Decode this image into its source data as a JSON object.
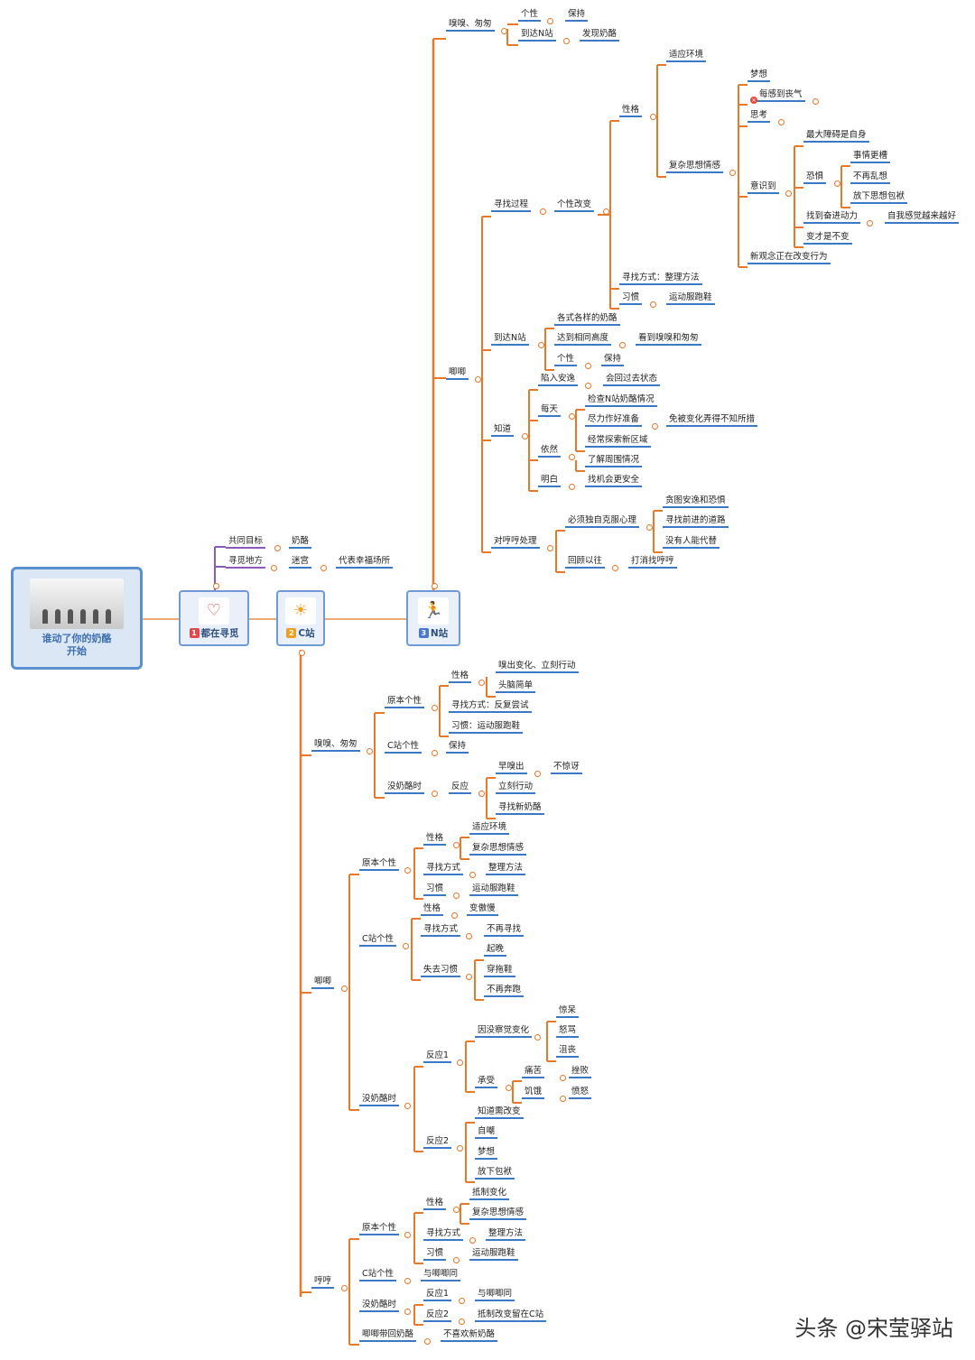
{
  "root": {
    "title_line1": "谁动了你的奶酪",
    "title_line2": "开始"
  },
  "branches": [
    {
      "num": "1",
      "label": "都在寻觅",
      "icon": "heart-icon",
      "num_color": "#e04a4a"
    },
    {
      "num": "2",
      "label": "C站",
      "icon": "weather-icon",
      "num_color": "#f0a020"
    },
    {
      "num": "3",
      "label": "N站",
      "icon": "runner-icon",
      "num_color": "#4a78d0"
    }
  ],
  "watermark": "头条 @宋莹驿站",
  "colors": {
    "orange": "#e8782a",
    "blue": "#3b78c5",
    "purple": "#8a5bb8",
    "gray": "#bbbbbb"
  },
  "t": {
    "b1_1": "共同目标",
    "b1_1a": "奶酪",
    "b1_2": "寻觅地方",
    "b1_2a": "迷宫",
    "b1_2b": "代表幸福场所",
    "n_1": "嗅嗅、匆匆",
    "n_1a": "个性",
    "n_1a1": "保持",
    "n_1b": "到达N站",
    "n_1b1": "发现奶酪",
    "n_2": "唧唧",
    "n_2a": "寻找过程",
    "n_2a1": "个性改变",
    "n_2a1a": "性格",
    "n_2a1a1": "适应环境",
    "n_2a1a2": "复杂思想情感",
    "n_m1": "梦想",
    "n_m2": "每感到丧气",
    "n_m3": "思考",
    "n_m4": "意识到",
    "n_m5": "新观念正在改变行为",
    "n_s1": "最大障碍是自身",
    "n_s2": "恐惧",
    "n_s3": "找到奋进动力",
    "n_s4": "变才是不变",
    "n_f1": "事情更槽",
    "n_f2": "不再乱想",
    "n_f3": "放下思想包袱",
    "n_g1": "自我感觉越来越好",
    "n_2a2": "寻找方式：整理方法",
    "n_2a3": "习惯",
    "n_2a3a": "运动服跑鞋",
    "n_2b": "到达N站",
    "n_2b1": "各式各样的奶酪",
    "n_2b2": "达到相同高度",
    "n_2b2a": "看到嗅嗅和匆匆",
    "n_2b3": "个性",
    "n_2b3a": "保持",
    "n_2c": "知道",
    "n_2c1": "陷入安逸",
    "n_2c1a": "会回过去状态",
    "n_2c2": "每天",
    "n_2c2a": "检查N站奶酪情况",
    "n_2c2b": "尽力作好准备",
    "n_2c2b1": "免被变化弄得不知所措",
    "n_2c2c": "经常探索新区域",
    "n_2c3": "依然",
    "n_2c3a": "了解周围情况",
    "n_2c4": "明白",
    "n_2c4a": "找机会更安全",
    "n_2d": "对哼哼处理",
    "n_2d1": "必须独自克服心理",
    "n_2d1a": "贪图安逸和恐惧",
    "n_2d1b": "寻找前进的道路",
    "n_2d1c": "没有人能代替",
    "n_2d2": "回顾以往",
    "n_2d2a": "打消找哼哼",
    "c_1": "嗅嗅、匆匆",
    "c_1a": "原本个性",
    "c_1a1": "性格",
    "c_1a1a": "嗅出变化、立刻行动",
    "c_1a1b": "头脑简单",
    "c_1a2": "寻找方式：反复尝试",
    "c_1a3": "习惯：运动服跑鞋",
    "c_1b": "C站个性",
    "c_1b1": "保持",
    "c_1c": "没奶酪时",
    "c_1c1": "反应",
    "c_1c1a": "早嗅出",
    "c_1c1a1": "不惊讶",
    "c_1c1b": "立刻行动",
    "c_1c1c": "寻找新奶酪",
    "c_2": "唧唧",
    "c_2a": "原本个性",
    "c_2a1": "性格",
    "c_2a1a": "适应环境",
    "c_2a1b": "复杂思想情感",
    "c_2a2": "寻找方式",
    "c_2a2a": "整理方法",
    "c_2a3": "习惯",
    "c_2a3a": "运动服跑鞋",
    "c_2b": "C站个性",
    "c_2b1": "性格",
    "c_2b1a": "变傲慢",
    "c_2b2": "寻找方式",
    "c_2b2a": "不再寻找",
    "c_2b3": "失去习惯",
    "c_2b3a": "起晚",
    "c_2b3b": "穿拖鞋",
    "c_2b3c": "不再奔跑",
    "c_2c": "没奶酪时",
    "c_2c1": "反应1",
    "c_2c1a": "因没察觉变化",
    "c_2c1a1": "惊呆",
    "c_2c1a2": "怒骂",
    "c_2c1a3": "沮丧",
    "c_2c1b": "承受",
    "c_2c1b1": "痛苦",
    "c_2c1b1a": "挫败",
    "c_2c1b2": "饥饿",
    "c_2c1b2a": "愤怒",
    "c_2c2": "反应2",
    "c_2c2a": "知道需改变",
    "c_2c2b": "自嘲",
    "c_2c2c": "梦想",
    "c_2c2d": "放下包袱",
    "c_3": "哼哼",
    "c_3a": "原本个性",
    "c_3a1": "性格",
    "c_3a1a": "抵制变化",
    "c_3a1b": "复杂思想情感",
    "c_3a2": "寻找方式",
    "c_3a2a": "整理方法",
    "c_3a3": "习惯",
    "c_3a3a": "运动服跑鞋",
    "c_3b": "C站个性",
    "c_3b1": "与唧唧同",
    "c_3c": "没奶酪时",
    "c_3c1": "反应1",
    "c_3c1a": "与唧唧同",
    "c_3c2": "反应2",
    "c_3c2a": "抵制改变留在C站",
    "c_3d": "唧唧带回奶酪",
    "c_3d1": "不喜欢新奶酪"
  }
}
